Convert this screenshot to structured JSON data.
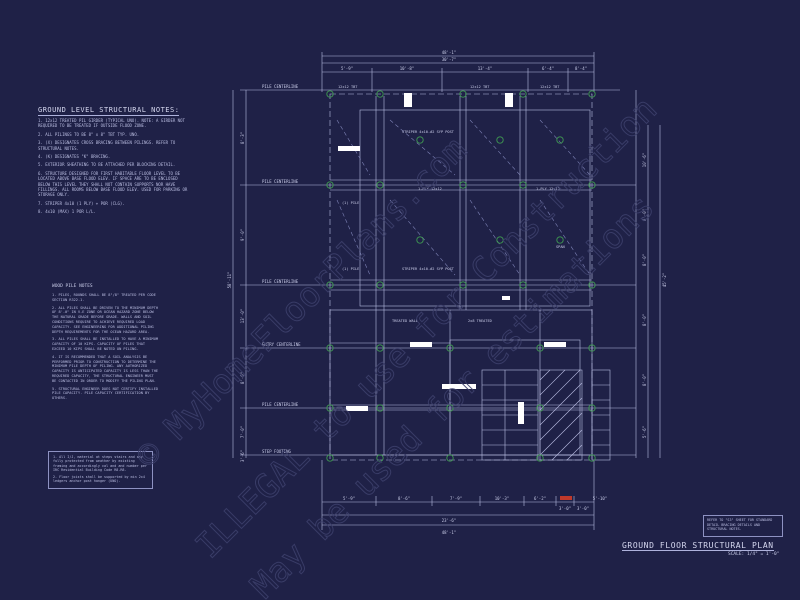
{
  "notes": {
    "title": "GROUND LEVEL STRUCTURAL NOTES:",
    "items": [
      "1. 12x12 TREATED PIL GIRDER (TYPICAL UNO). NOTE: A GIRDER NOT REQUIRED TO BE TREATED IF OUTSIDE FLOOD ZONE.",
      "2. ALL PILINGS TO BE 8\" x 8\" TBT TYP. UNO.",
      "3. (X) DESIGNATES CROSS BRACING BETWEEN PILINGS. REFER TO STRUCTURAL NOTES.",
      "4. (K) DESIGNATES \"K\" BRACING.",
      "5. EXTERIOR SHEATHING TO BE ATTACHED PER BLOCKING DETAIL.",
      "6. STRUCTURE DESIGNED FOR FIRST HABITABLE FLOOR LEVEL TO BE LOCATED ABOVE BASE FLOOD ELEV. IF SPACE ARE TO BE ENCLOSED BELOW THIS LEVEL THEY SHALL NOT CONTAIN SUPPORTS NOR HAVE FILLINGS. ALL ROOMS BELOW BASE FLOOD ELEV. USED FOR PARKING OR STORAGE ONLY.",
      "7. STRIPER 4x10 (1 PLY) + POR (CLG).",
      "8. 4x10 (MAX) 1 POR L/L."
    ]
  },
  "wood_notes": {
    "title": "WOOD PILE NOTES",
    "items": [
      "1. PILES, ROUNDS SHALL BE 8\"/8\" TREATED PER CODE SECTION R322.1.",
      "2. ALL PILES SHALL BE DRIVEN TO THE MINIMUM DEPTH OF 8'-0\" IN V-E ZONE OR OCEAN HAZARD ZONE BELOW THE NATURAL GRADE BEFORE GRADE. WALLS AND SOIL CONDITIONS REQUIRE TO ACHIEVE REQUIRED LOAD CAPACITY. SEE ENGINEERING FOR ADDITIONAL PILING DEPTH REQUIREMENTS FOR THE OCEAN HAZARD AREA.",
      "3. ALL PILES SHALL BE INSTALLED TO HAVE A MINIMUM CAPACITY OF 10 KIPS. CAPACITY OF PILES THAT EXCEED 10 KIPS SHALL BE NOTED ON PILING.",
      "4. IT IS RECOMMENDED THAT A SOIL ANALYSIS BE PERFORMED PRIOR TO CONSTRUCTION TO DETERMINE THE MINIMUM PILE DEPTH OF PILING. ANY AUTHORIZED CAPACITY IS ANTICIPATED CAPACITY IS LESS THAN THE REQUIRED CAPACITY, THE STRUCTURAL ENGINEER MUST BE CONTACTED IN ORDER TO MODIFY THE PILING PLAN.",
      "5. STRUCTURAL ENGINEER DOES NOT CERTIFY INSTALLED PILE CAPACITY. PILE CAPACITY CERTIFICATION BY OTHERS."
    ]
  },
  "box_note": [
    "1. All I/J, material at steps stairs and any fully protected from weather by existing framing and accordingly cal and and number per IRC Residential Building Code R8-R8.",
    "2. Floor joists shall be supported by min 2x4 ledgers anchor post hanger (UNO)."
  ],
  "ref_note": "REFER TO \"S3\" SHEET FOR STANDARD DETAIL BRACING DETAILS AND STRUCTURAL NOTES.",
  "plan_title": "GROUND FLOOR STRUCTURAL PLAN",
  "scale": "SCALE: 1/4\" = 1'-0\"",
  "watermark": {
    "line1": "© MyHomeFloorPlans.com",
    "line2": "ILLEGAL to use for Construction",
    "line3": "May be used for estimations"
  },
  "dimensions": {
    "top_overall": "48'-1\"",
    "top_sub": "30'-7\"",
    "top_segments": [
      "5'-9\"",
      "10'-8\"",
      "13'-4\"",
      "6'-4\"",
      "8'-4\""
    ],
    "bottom_overall": "48'-1\"",
    "bottom_sub": "23'-6\"",
    "bottom_segments": [
      "5'-9\"",
      "8'-6\"",
      "7'-9\"",
      "10'-3\"",
      "6'-2\"",
      "3'-0\"",
      "3'-0\"",
      "5'-10\""
    ],
    "left_overall": "58'-11\"",
    "left_segments": [
      "8'-3\"",
      "9'-0\"",
      "13'-0\"",
      "8'-0\"",
      "7'-0\"",
      "3'-6\""
    ],
    "right_overall": "45'-2\"",
    "right_segments": [
      "10'-6\"",
      "6'-0\"",
      "8'-0\"",
      "8'-0\"",
      "8'-0\"",
      "5'-6\""
    ]
  },
  "left_labels": [
    "PILE CENTERLINE",
    "PILE CENTERLINE",
    "PILE CENTERLINE",
    "ENTRY CENTERLINE",
    "PILE CENTERLINE",
    "STEP FOOTING"
  ],
  "plan_labels": {
    "striper_top": "STRIPER 4x10-#2 SYP POST",
    "striper_mid": "STRIPER 4x10-#2 SYP POST",
    "pile_a": "(1) PILE",
    "pile_b": "(1) PILE",
    "girder_1": "12x12 TBT",
    "girder_2": "12x12 TBT",
    "girder_3": "12x12 TBT",
    "wall": "TREATED WALL",
    "post_marks": [
      "1-PLY 12x12",
      "1-PLY 12x12"
    ],
    "ledger": "2x8 TREATED",
    "cross": "SPAN"
  }
}
